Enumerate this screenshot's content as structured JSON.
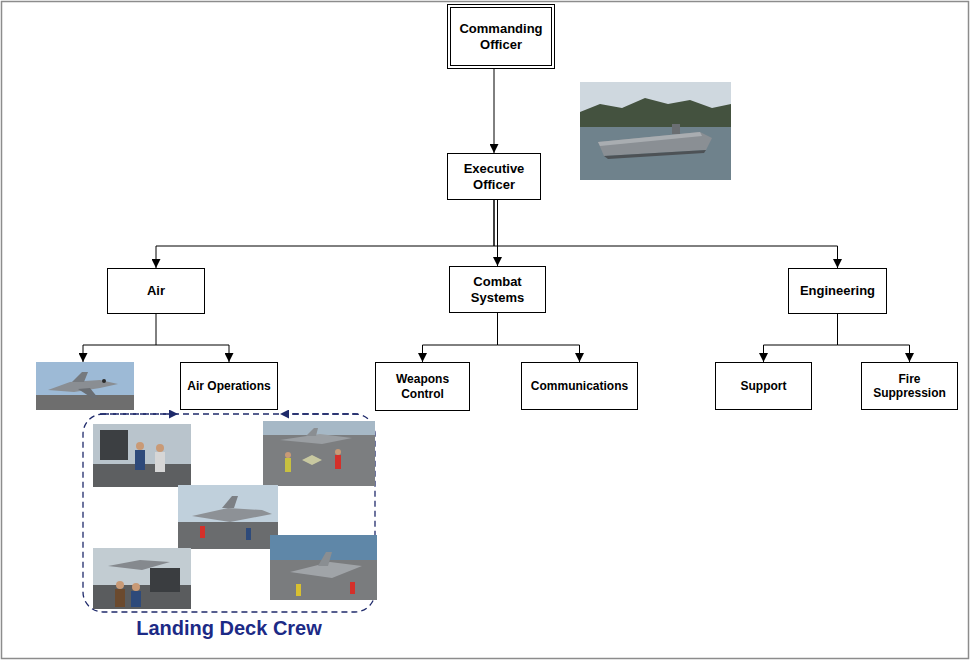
{
  "diagram": {
    "nodes": [
      {
        "text": [
          "Commanding Officer"
        ]
      },
      {
        "text": [
          "Executive Officer"
        ]
      },
      {
        "text": [
          "Air"
        ]
      },
      {
        "text": [
          "Combat Systems"
        ]
      },
      {
        "text": [
          "Engineering"
        ]
      },
      {
        "text": [
          "Air Operations"
        ]
      },
      {
        "text": [
          "Weapons Control"
        ]
      },
      {
        "text": [
          "Communications"
        ]
      },
      {
        "text": [
          "Support"
        ]
      },
      {
        "text": [
          "Fire Suppression"
        ]
      }
    ],
    "edges": [
      {
        "from": 0,
        "to": 1,
        "arrow": "to"
      },
      {
        "from": 1,
        "to": 2,
        "arrow": "to"
      },
      {
        "from": 1,
        "to": 3,
        "arrow": "to"
      },
      {
        "from": 1,
        "to": 4,
        "arrow": "to"
      },
      {
        "from": 2,
        "to": 5,
        "arrow": "to"
      },
      {
        "from": 3,
        "to": 6,
        "arrow": "to"
      },
      {
        "from": 3,
        "to": 7,
        "arrow": "to"
      },
      {
        "from": 4,
        "to": 8,
        "arrow": "to"
      },
      {
        "from": 4,
        "to": 9,
        "arrow": "to"
      }
    ],
    "labels": [
      "Landing Deck Crew"
    ]
  }
}
